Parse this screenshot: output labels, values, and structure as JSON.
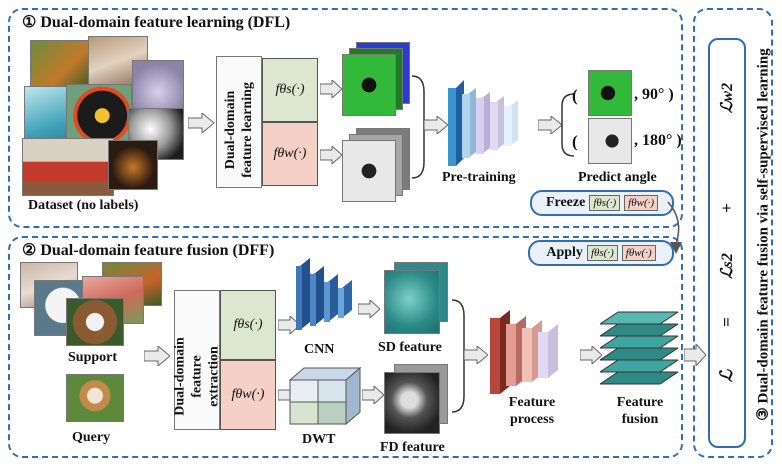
{
  "dfl": {
    "title": "① Dual-domain feature learning (DFL)",
    "dataset_label": "Dataset (no labels)",
    "module_label": "Dual-domain feature learning",
    "f_spatial": "fθs(·)",
    "f_wavelet": "fθw(·)",
    "pretrain_label": "Pre-training",
    "predict_label": "Predict angle",
    "angle1": ", 90° )",
    "angle2": ", 180° )",
    "paren_open": "("
  },
  "dff": {
    "title": "② Dual-domain feature fusion (DFF)",
    "support_label": "Support",
    "query_label": "Query",
    "module_label": "Dual-domain feature extraction",
    "f_spatial": "fθs(·)",
    "f_wavelet": "fθw(·)",
    "cnn_label": "CNN",
    "dwt_label": "DWT",
    "sd_label": "SD feature",
    "fd_label": "FD feature",
    "process_label": "Feature process",
    "fusion_label": "Feature fusion"
  },
  "freeze": {
    "word": "Freeze",
    "f1": "fθs(·)",
    "f2": "fθw(·)"
  },
  "apply": {
    "word": "Apply",
    "f1": "fθs(·)",
    "f2": "fθw(·)"
  },
  "right": {
    "title": "③ Dual-domain feature fusion via self-supervised learning",
    "eq_L": "ℒ",
    "eq_equals": "=",
    "eq_Ls": "ℒs2",
    "eq_plus": "+",
    "eq_Lw": "ℒw2"
  },
  "colors": {
    "accent": "#2f6db5",
    "green_box": "#dde6cf",
    "red_box": "#f4d0c6"
  }
}
